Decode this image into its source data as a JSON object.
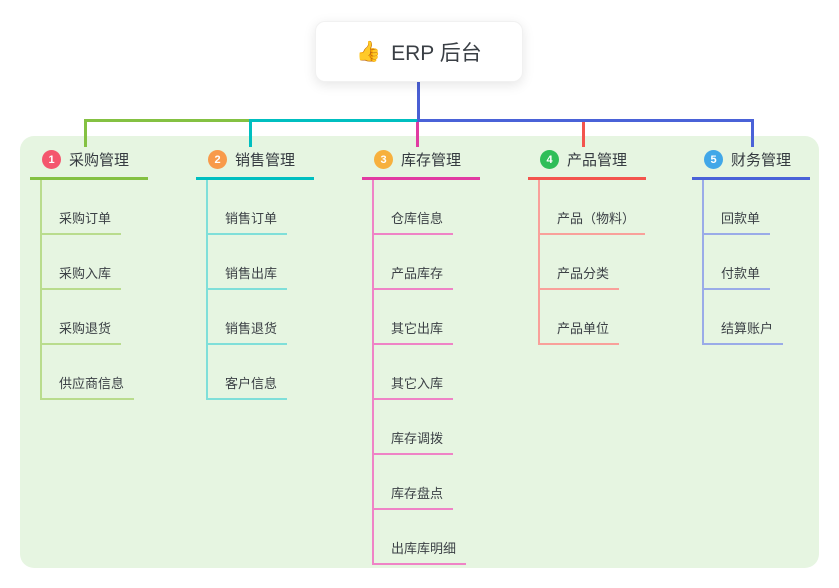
{
  "root": {
    "icon": "👍",
    "label": "ERP 后台"
  },
  "canvas": {
    "panel_bg": "#e6f5e1",
    "root_connector_color": "#4a5fd4"
  },
  "branches": [
    {
      "num": "1",
      "label": "采购管理",
      "badge_color": "#f4566d",
      "line_color": "#84c142",
      "child_line_color": "#b9dc8d",
      "children": [
        "采购订单",
        "采购入库",
        "采购退货",
        "供应商信息"
      ]
    },
    {
      "num": "2",
      "label": "销售管理",
      "badge_color": "#f89a4a",
      "line_color": "#00bfc0",
      "child_line_color": "#7fdfd9",
      "children": [
        "销售订单",
        "销售出库",
        "销售退货",
        "客户信息"
      ]
    },
    {
      "num": "3",
      "label": "库存管理",
      "badge_color": "#f7b03d",
      "line_color": "#e13ba2",
      "child_line_color": "#ef83c6",
      "children": [
        "仓库信息",
        "产品库存",
        "其它出库",
        "其它入库",
        "库存调拨",
        "库存盘点",
        "出库库明细"
      ]
    },
    {
      "num": "4",
      "label": "产品管理",
      "badge_color": "#2fbe58",
      "line_color": "#f3544d",
      "child_line_color": "#f9a09a",
      "children": [
        "产品（物料）",
        "产品分类",
        "产品单位"
      ]
    },
    {
      "num": "5",
      "label": "财务管理",
      "badge_color": "#41a7e8",
      "line_color": "#4a62d8",
      "child_line_color": "#9aabe8",
      "children": [
        "回款单",
        "付款单",
        "结算账户"
      ]
    }
  ]
}
